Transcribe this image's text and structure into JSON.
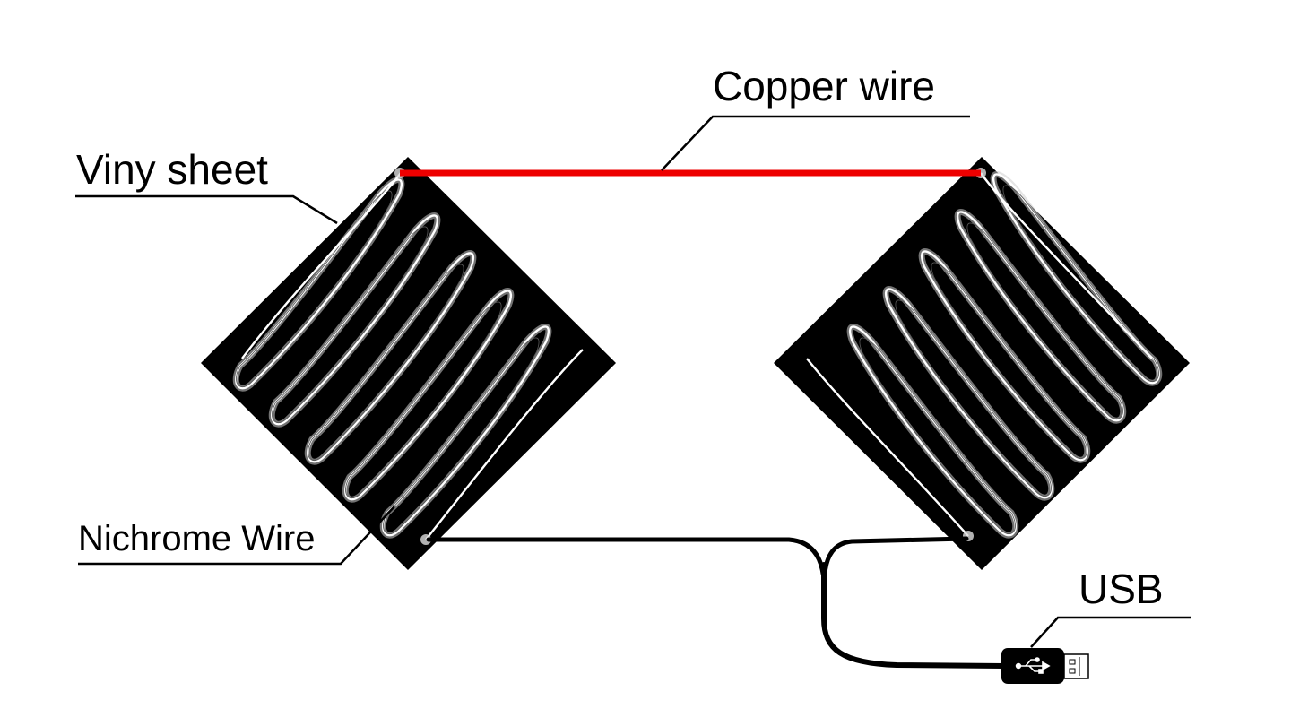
{
  "labels": {
    "copper_wire": "Copper wire",
    "viny_sheet": "Viny sheet",
    "nichrome_wire": "Nichrome Wire",
    "usb": "USB"
  },
  "colors": {
    "copper_wire": "#ee0000",
    "sheet": "#000000",
    "nichrome": "#ffffff",
    "cable": "#000000"
  },
  "icons": {
    "usb_symbol": "usb-trident-icon",
    "usb_plug": "usb-plug-icon"
  }
}
